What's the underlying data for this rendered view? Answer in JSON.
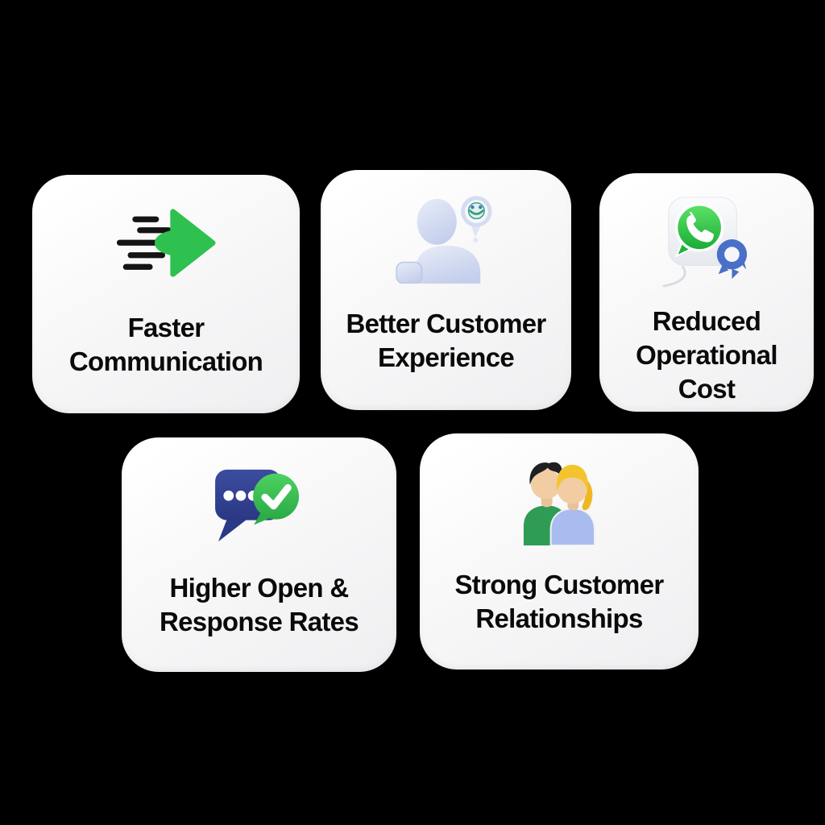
{
  "page": {
    "background_color": "#000000",
    "card_background_color": "#f6f6f7",
    "text_color": "#0a0a0a"
  },
  "cards": [
    {
      "name": "faster-communication",
      "icon": "speed-arrow-icon",
      "lines": [
        "Faster",
        "Communication"
      ]
    },
    {
      "name": "better-customer-experience",
      "icon": "person-idea-bubble-icon",
      "lines": [
        "Better Customer",
        "Experience"
      ]
    },
    {
      "name": "reduced-operational-cost",
      "icon": "whatsapp-gear-badge-icon",
      "lines": [
        "Reduced",
        "Operational",
        "Cost"
      ]
    },
    {
      "name": "higher-open-response-rates",
      "icon": "chat-bubble-check-icon",
      "lines": [
        "Higher Open &",
        "Response Rates"
      ]
    },
    {
      "name": "strong-customer-relationships",
      "icon": "two-people-icon",
      "lines": [
        "Strong Customer",
        "Relationships"
      ]
    }
  ],
  "colors": {
    "arrow_green": "#2fc14f",
    "speed_lines_black": "#141414",
    "whatsapp_green_top": "#5ee267",
    "whatsapp_green_bottom": "#17ab35",
    "gear_badge_blue": "#4a6fc7",
    "chat_bubble_navy": "#32418f",
    "check_bubble_green": "#3cc256",
    "person_lavender": "#cdd5ee",
    "idea_smiley_teal": "#35a083",
    "shirt_green": "#2f9c56",
    "shirt_periwinkle": "#a9bcf0",
    "hair_black": "#202022",
    "hair_blonde": "#f4c42e",
    "skin": "#f2cda4"
  }
}
